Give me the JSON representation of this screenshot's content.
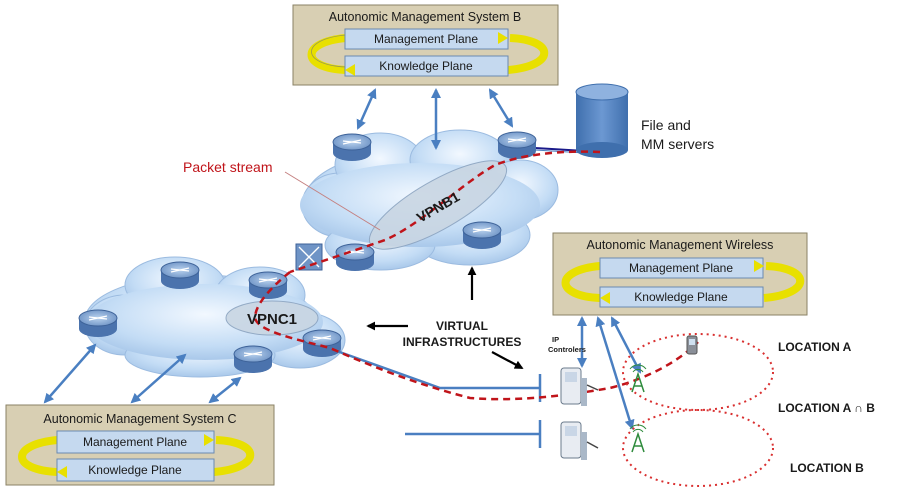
{
  "systems": {
    "b": {
      "title": "Autonomic Management System B",
      "management_plane": "Management Plane",
      "knowledge_plane": "Knowledge Plane"
    },
    "wireless": {
      "title": "Autonomic Management Wireless",
      "management_plane": "Management Plane",
      "knowledge_plane": "Knowledge Plane"
    },
    "c": {
      "title": "Autonomic Management System C",
      "management_plane": "Management Plane",
      "knowledge_plane": "Knowledge Plane"
    }
  },
  "servers": {
    "line1": "File and",
    "line2": "MM servers"
  },
  "packet_stream": "Packet stream",
  "vpnb1": "VPNB1",
  "vpnc1": "VPNC1",
  "virtual_infrastructures": {
    "line1": "VIRTUAL",
    "line2": "INFRASTRUCTURES"
  },
  "ip_controllers": {
    "line1": "IP",
    "line2": "Controlers"
  },
  "locations": {
    "a": "LOCATION A",
    "ab": "LOCATION A ∩ B",
    "b": "LOCATION B"
  },
  "colors": {
    "panel_fill": "#d8cfb3",
    "plane_fill": "#c5d9ef",
    "arrow_blue": "#4a7fc1",
    "cycle_yellow": "#e8e000",
    "packet_red": "#c0141a",
    "cloud": "#c3dcf5"
  }
}
